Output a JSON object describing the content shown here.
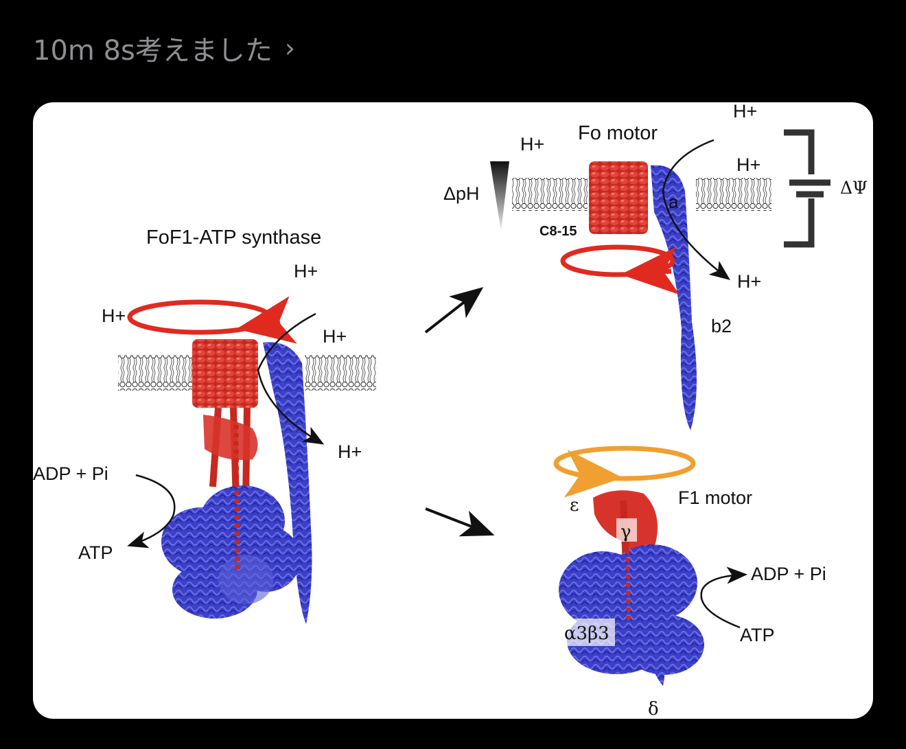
{
  "thought": {
    "label": "10m 8s考えました",
    "chevron": "›"
  },
  "figure": {
    "left_panel": {
      "title": "FoF1-ATP synthase",
      "proton_labels": [
        "H+",
        "H+",
        "H+",
        "H+"
      ],
      "adp_label": "ADP + Pi",
      "atp_label": "ATP"
    },
    "fo_panel": {
      "title": "Fo motor",
      "dph_label": "ΔpH",
      "dpsi_label": "ΔΨ",
      "c_ring_label": "C8-15",
      "a_label": "a",
      "b_label": "b2",
      "proton_labels": [
        "H+",
        "H+",
        "H+",
        "H+"
      ]
    },
    "f1_panel": {
      "title": "F1 motor",
      "epsilon_label": "ε",
      "gamma_label": "γ",
      "ab_label": "α3β3",
      "delta_label": "δ",
      "adp_label": "ADP + Pi",
      "atp_label": "ATP"
    },
    "colors": {
      "rotor_red": "#d32a22",
      "stator_blue": "#3b3fc4",
      "f1_orange": "#f0a030",
      "membrane": "#222222"
    }
  }
}
